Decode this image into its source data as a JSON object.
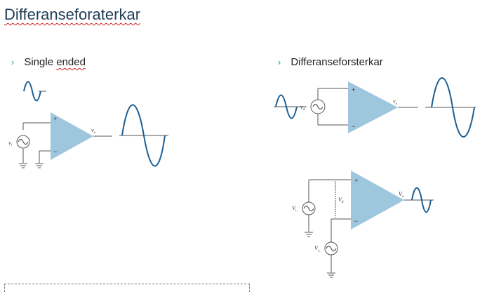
{
  "slide": {
    "title": "Differanseforaterkar",
    "bullets": [
      {
        "marker": "›",
        "text_a": "Single ",
        "text_b": "ended"
      },
      {
        "marker": "›",
        "text": "Differanseforsterkar"
      }
    ]
  },
  "figures": {
    "single_ended": {
      "input_label": "v",
      "input_sub": "i",
      "output_label": "v",
      "output_sub": "o"
    },
    "differential": {
      "input_label": "v",
      "input_sub": "d",
      "output_label": "v",
      "output_sub": "o"
    },
    "two_source": {
      "v1_label": "V",
      "v1_sub": "i₁",
      "v2_label": "V",
      "v2_sub": "i₂",
      "vd_label": "V",
      "vd_sub": "d",
      "output_label": "V",
      "output_sub": "o"
    }
  },
  "colors": {
    "opamp_fill": "#9ec7de",
    "wave": "#1b5e93",
    "title": "#1f3c55",
    "marker": "#1aa0a8"
  }
}
